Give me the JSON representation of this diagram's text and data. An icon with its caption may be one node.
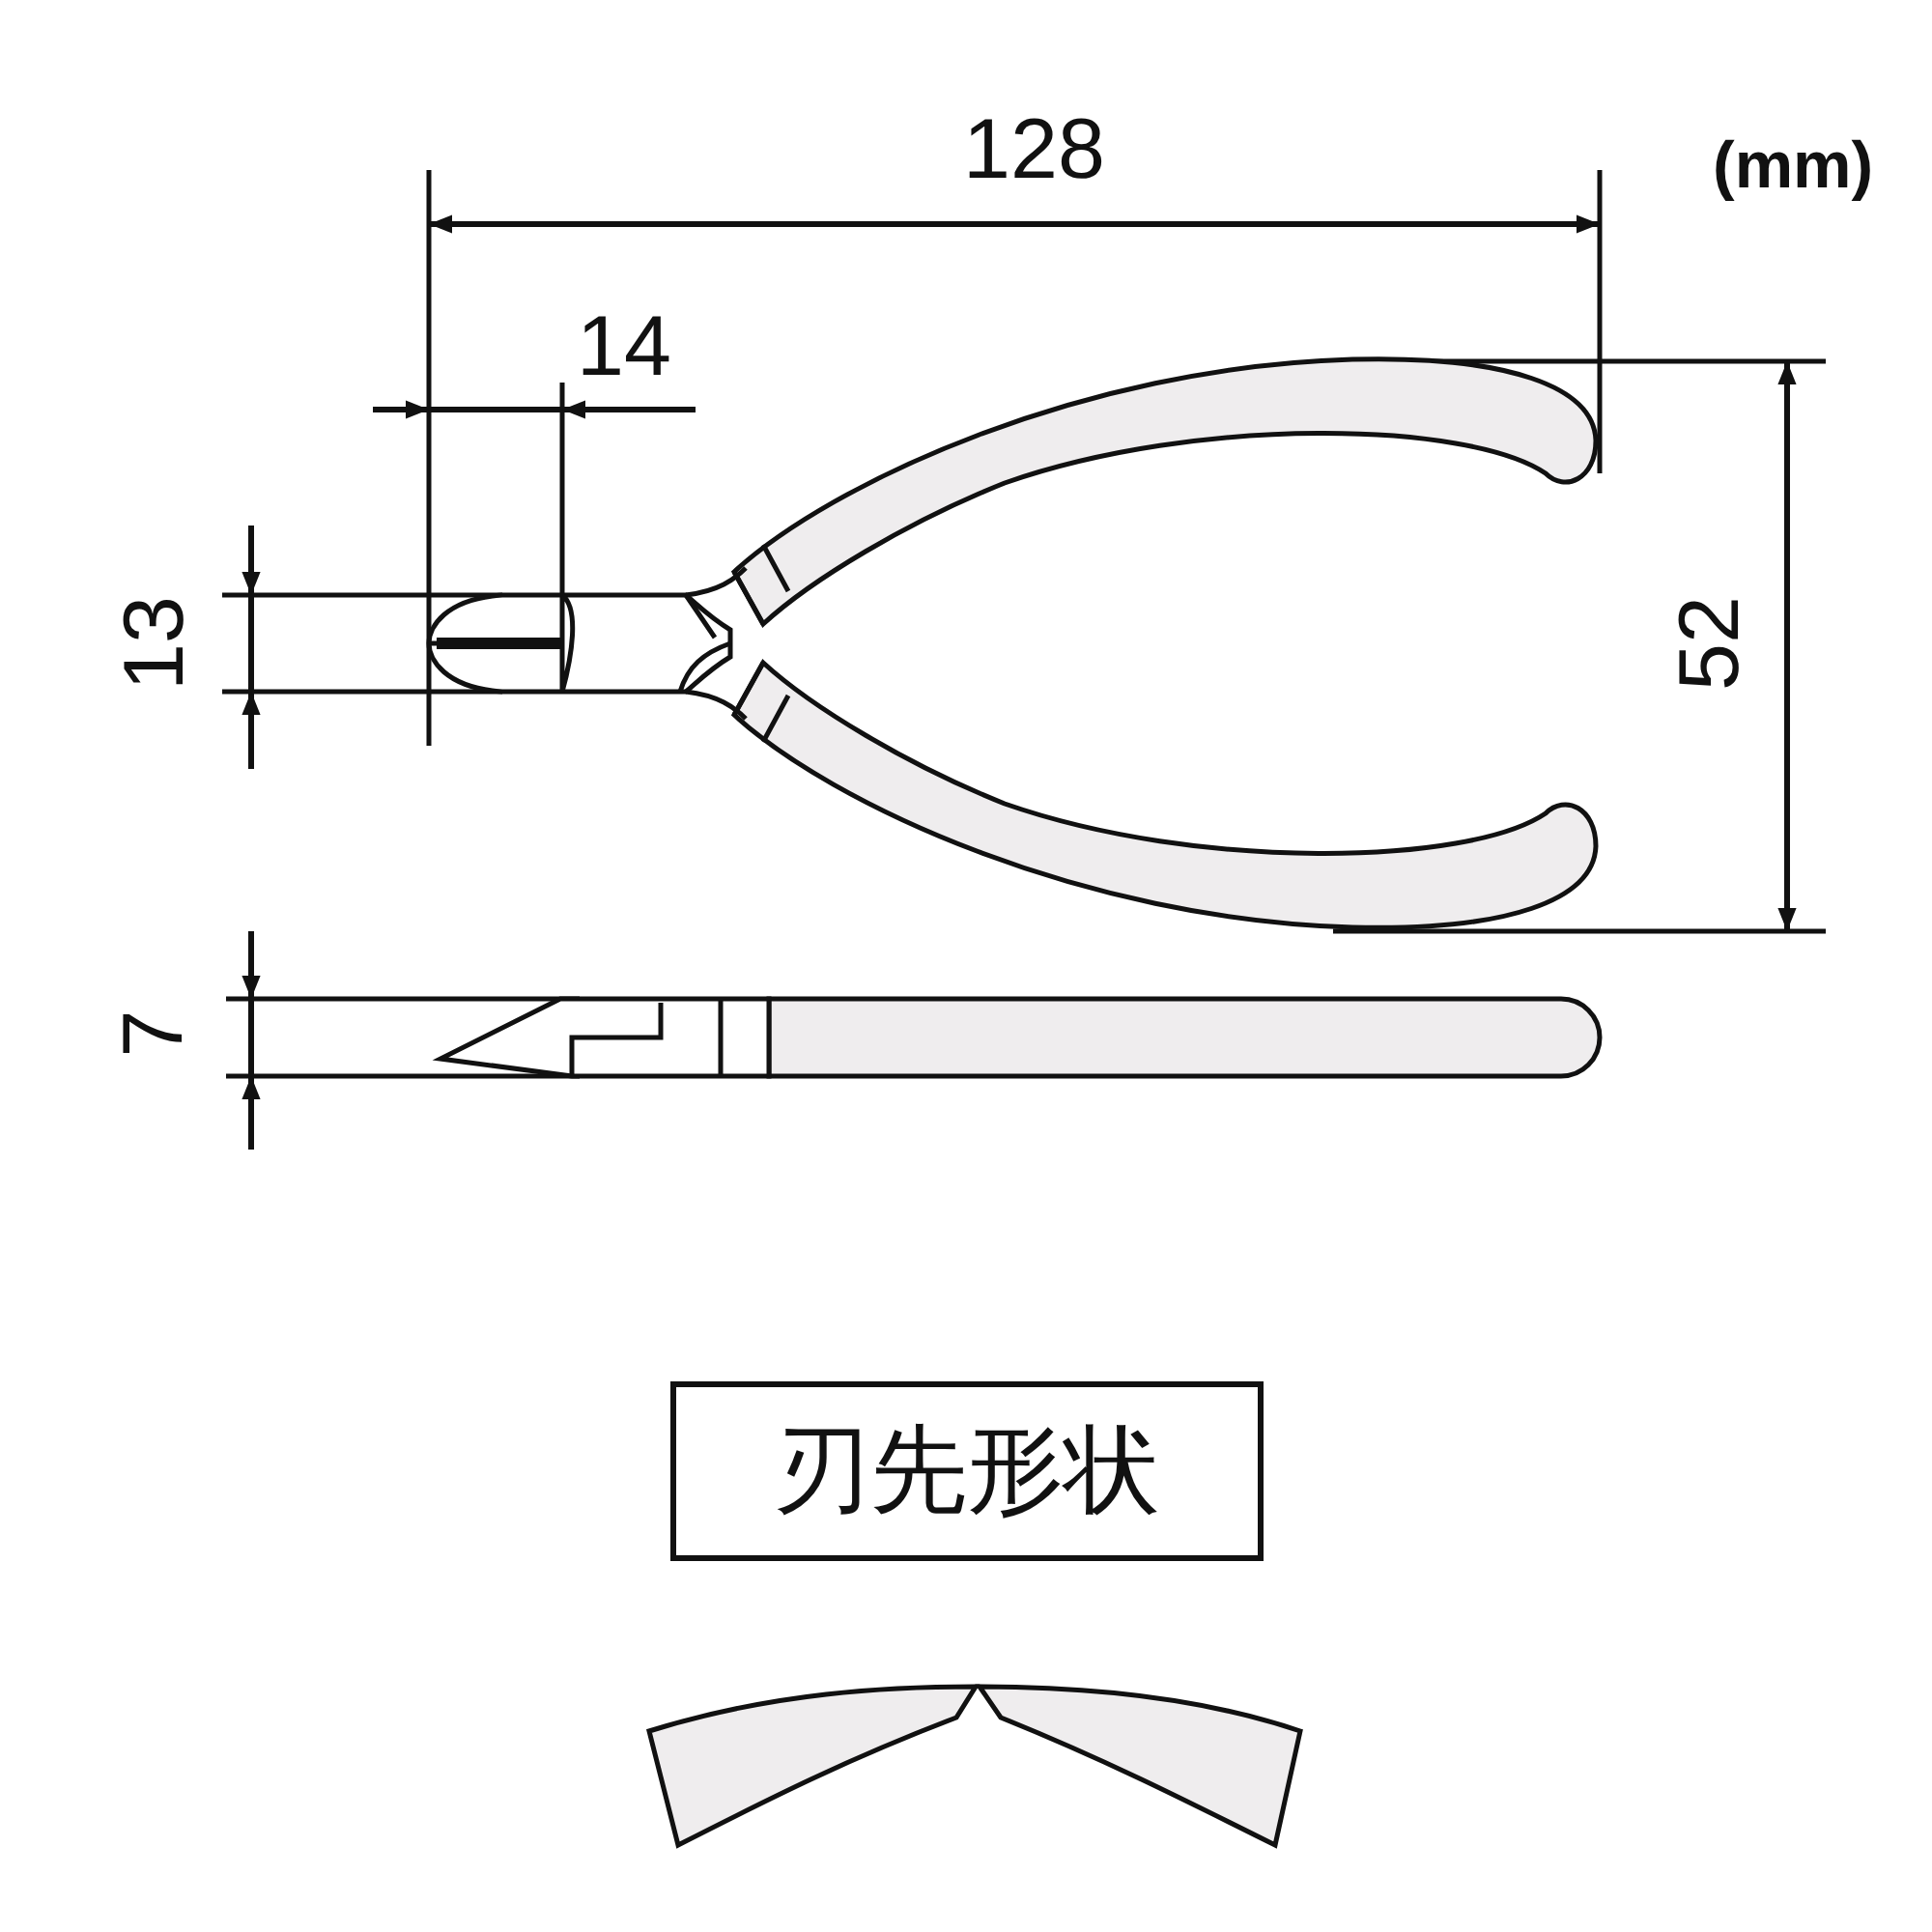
{
  "diagram": {
    "nodes": [
      {
        "text": [
          "刃先形状"
        ]
      }
    ],
    "edges": [],
    "labels": [
      "128",
      "(mm)",
      "14",
      "13",
      "52",
      "7"
    ]
  }
}
